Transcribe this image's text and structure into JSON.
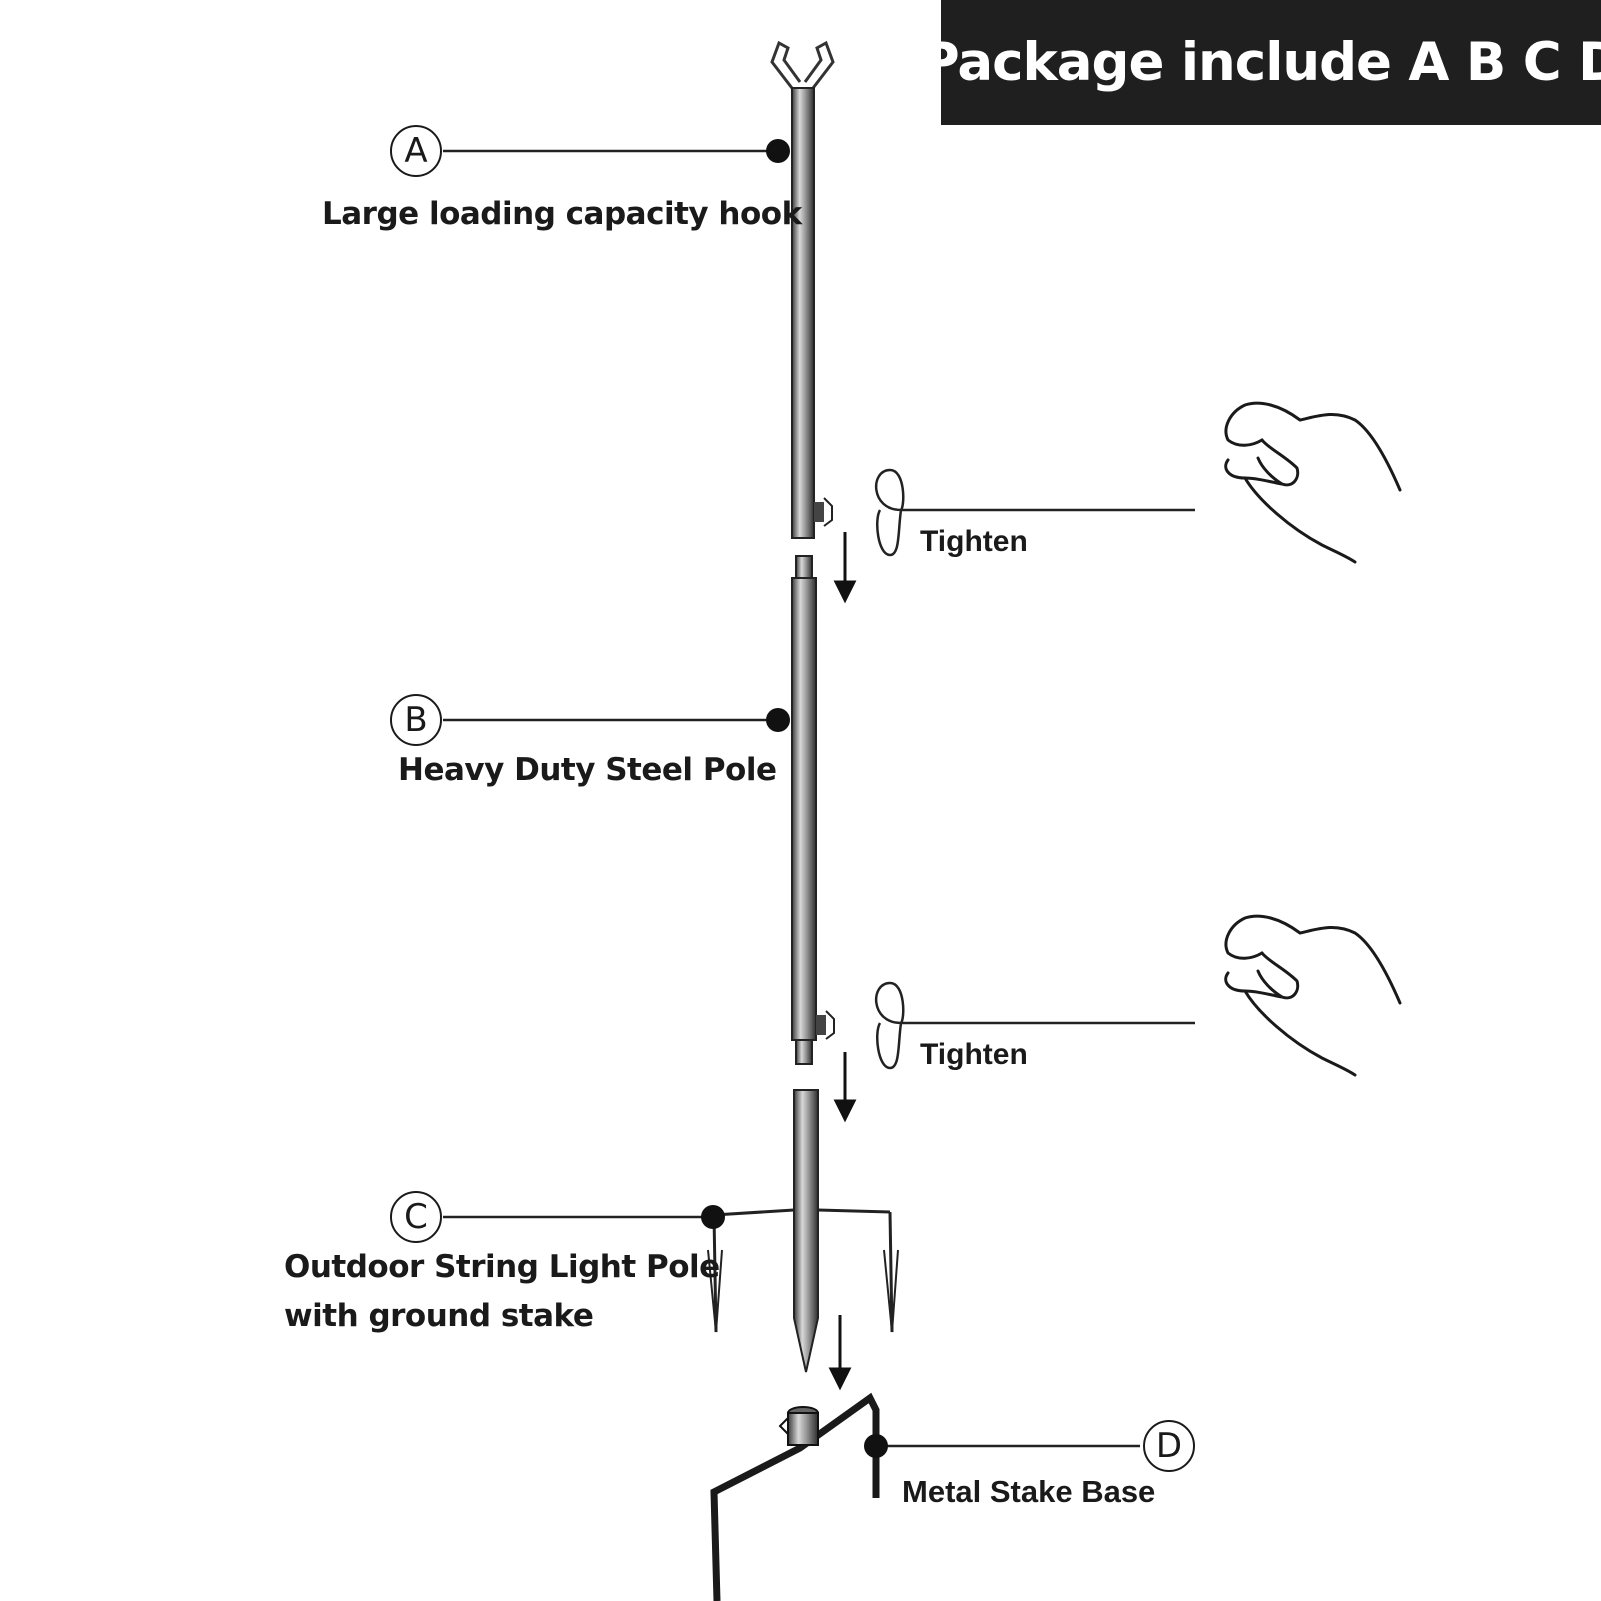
{
  "banner": {
    "text": "Package include A B C D"
  },
  "parts": [
    {
      "letter": "A",
      "label": "Large loading capacity hook"
    },
    {
      "letter": "B",
      "label": "Heavy Duty Steel Pole"
    },
    {
      "letter": "C",
      "label_line1": "Outdoor String Light Pole",
      "label_line2": "with ground stake"
    },
    {
      "letter": "D",
      "label": "Metal Stake Base"
    }
  ],
  "steps": [
    {
      "label": "Tighten"
    },
    {
      "label": "Tighten"
    }
  ]
}
